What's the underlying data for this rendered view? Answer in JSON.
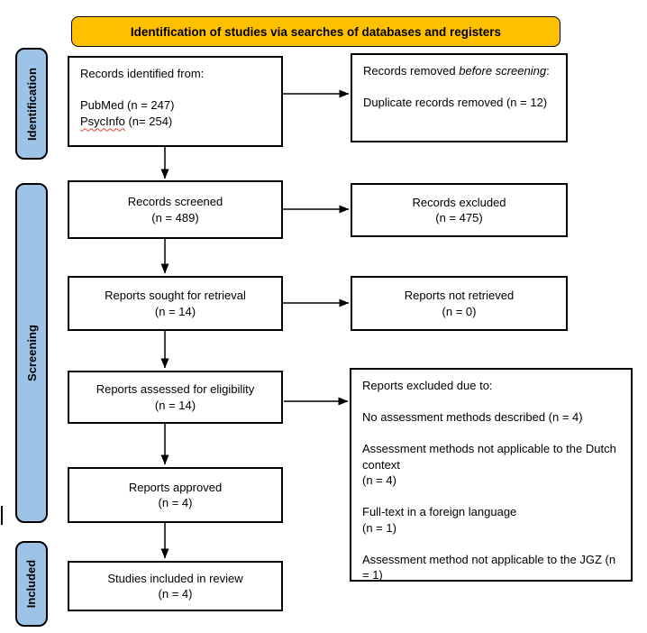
{
  "banner": {
    "label": "Identification of studies via searches of databases and registers"
  },
  "sidebar": {
    "identification": "Identification",
    "screening": "Screening",
    "included": "Included"
  },
  "boxes": {
    "identified": {
      "title": "Records identified from:",
      "pubmed": "PubMed (n = 247)",
      "psycinfo_word": "PsycInfo",
      "psycinfo_rest": " (n= 254)"
    },
    "removed": {
      "prefix": "Records removed ",
      "italic": "before screening",
      "suffix": ":",
      "body": "Duplicate records removed (n = 12)"
    },
    "screened": {
      "line1": "Records screened",
      "line2": "(n = 489)"
    },
    "excluded": {
      "line1": "Records excluded",
      "line2": "(n = 475)"
    },
    "sought": {
      "line1": "Reports sought for retrieval",
      "line2": "(n = 14)"
    },
    "not_retrieved": {
      "line1": "Reports not retrieved",
      "line2": "(n = 0)"
    },
    "assessed": {
      "line1": "Reports assessed for eligibility",
      "line2": "(n = 14)"
    },
    "reasons": {
      "title": "Reports excluded due to:",
      "r1": "No assessment methods described (n = 4)",
      "r2": "Assessment methods not applicable to the Dutch context\n(n = 4)",
      "r3": "Full-text in a foreign language\n(n = 1)",
      "r4": "Assessment method not applicable to the JGZ (n = 1)"
    },
    "approved": {
      "line1": "Reports approved",
      "line2": "(n = 4)"
    },
    "included_review": {
      "line1": "Studies included in review",
      "line2": "(n = 4)"
    }
  },
  "colors": {
    "banner_fill": "#FFC000",
    "stage_fill": "#9DC3E6",
    "border": "#000000",
    "misspell_underline": "#E03C31"
  }
}
